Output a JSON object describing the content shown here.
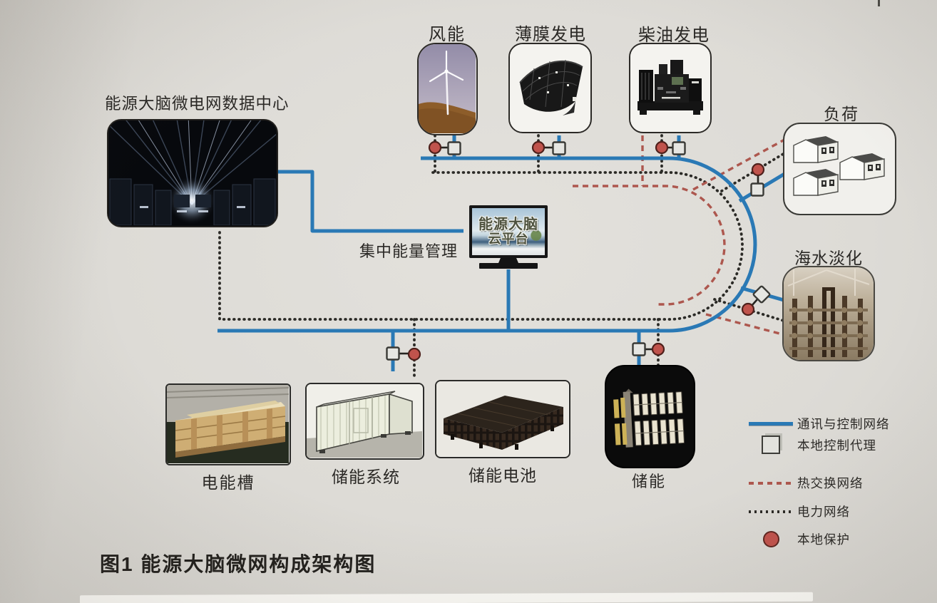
{
  "caption": "图1 能源大脑微网构成架构图",
  "nodes": {
    "data_center": {
      "label": "能源大脑微电网数据中心"
    },
    "wind": {
      "label": "风能"
    },
    "thin_film": {
      "label": "薄膜发电"
    },
    "diesel": {
      "label": "柴油发电"
    },
    "load": {
      "label": "负荷"
    },
    "desalination": {
      "label": "海水淡化"
    },
    "energy_management": {
      "label": "集中能量管理"
    },
    "cloud_platform_screen": {
      "line1": "能源大脑",
      "line2": "云平台"
    },
    "power_tank": {
      "label": "电能槽"
    },
    "storage_system": {
      "label": "储能系统"
    },
    "storage_battery": {
      "label": "储能电池"
    },
    "energy_storage": {
      "label": "储能"
    }
  },
  "legend": {
    "items": [
      {
        "icon": "communication-line",
        "label": "通讯与控制网络",
        "color": "#2a79b5"
      },
      {
        "icon": "local-control-agent-square",
        "label": "本地控制代理",
        "color": "#e2e2dd"
      },
      {
        "icon": "heat-exchange-line",
        "label": "热交换网络",
        "color": "#ad574e"
      },
      {
        "icon": "power-line",
        "label": "电力网络",
        "color": "#2b2a26"
      },
      {
        "icon": "local-protection-circle",
        "label": "本地保护",
        "color": "#c0534c"
      }
    ]
  },
  "network_colors": {
    "communication": "#2a79b5",
    "heat_exchange": "#ad574e",
    "power": "#2b2a26",
    "protection_fill": "#c0534c",
    "agent_fill": "#e6e6e2"
  }
}
